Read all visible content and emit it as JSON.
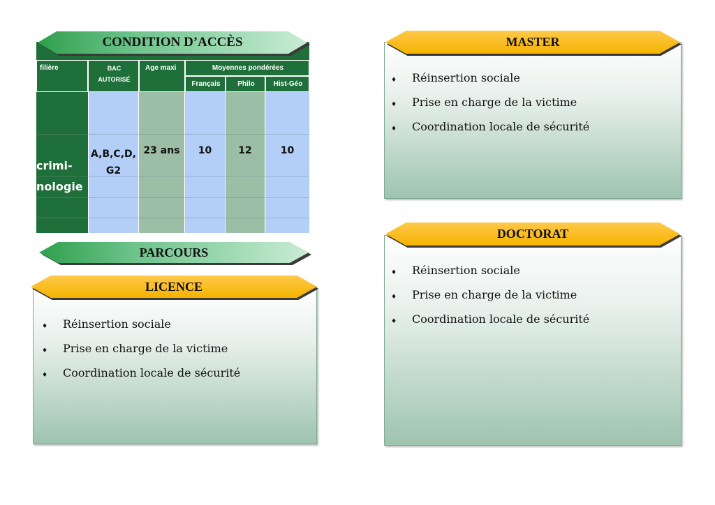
{
  "condition": {
    "title": "CONDITION D’ACCÈS",
    "headers": {
      "filiere": "filière",
      "bac_line1": "BAC",
      "bac_line2": "AUTORISÉ",
      "age": "Age maxi",
      "moyennes": "Moyennes pondérées",
      "francais": "Français",
      "philo": "Philo",
      "histgeo": "Hist-Géo"
    },
    "row": {
      "filiere_line1": "crimi-",
      "filiere_line2": "nologie",
      "bac_line1": "A,B,C,D,",
      "bac_line2": "G2",
      "age": "23 ans",
      "francais": "10",
      "philo": "12",
      "histgeo": "10"
    }
  },
  "parcours": {
    "title": "PARCOURS"
  },
  "licence": {
    "title": "LICENCE",
    "items": [
      "Réinsertion  sociale",
      "Prise en charge de la victime",
      "Coordination locale de sécurité"
    ]
  },
  "master": {
    "title": "MASTER",
    "items": [
      "Réinsertion sociale",
      "Prise en charge de la victime",
      "Coordination locale de sécurité"
    ]
  },
  "doctorat": {
    "title": "DOCTORAT",
    "items": [
      "Réinsertion  sociale",
      "Prise en charge de la victime",
      "Coordination locale de sécurité"
    ]
  },
  "bullet_glyph": "♦",
  "colors": {
    "dark_green": "#1f6f3a",
    "light_blue": "#b3cff8",
    "sage": "#9cbea6",
    "gold": "#f5b300"
  }
}
